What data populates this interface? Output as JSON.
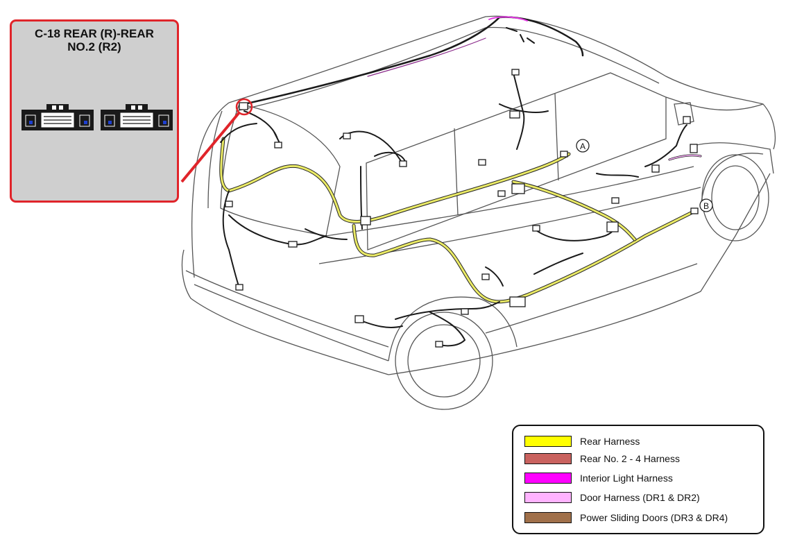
{
  "callout": {
    "title": "C-18 REAR (R)-REAR\nNO.2 (R2)",
    "border_color": "#e0242a",
    "background_color": "#cfcfcf"
  },
  "markers": {
    "a": "A",
    "b": "B"
  },
  "legend": [
    {
      "label": "Rear Harness",
      "color": "#ffff00"
    },
    {
      "label": "Rear No. 2 - 4 Harness",
      "color": "#c9625f"
    },
    {
      "label": "Interior Light Harness",
      "color": "#ff00ff"
    },
    {
      "label": "Door Harness (DR1 & DR2)",
      "color": "#ffb3ff"
    },
    {
      "label": "Power Sliding Doors (DR3 & DR4)",
      "color": "#a0704a"
    }
  ],
  "colors": {
    "rear_harness": "#e8e860",
    "wire_dark": "#1a1a1a",
    "body_outline": "#444444"
  }
}
